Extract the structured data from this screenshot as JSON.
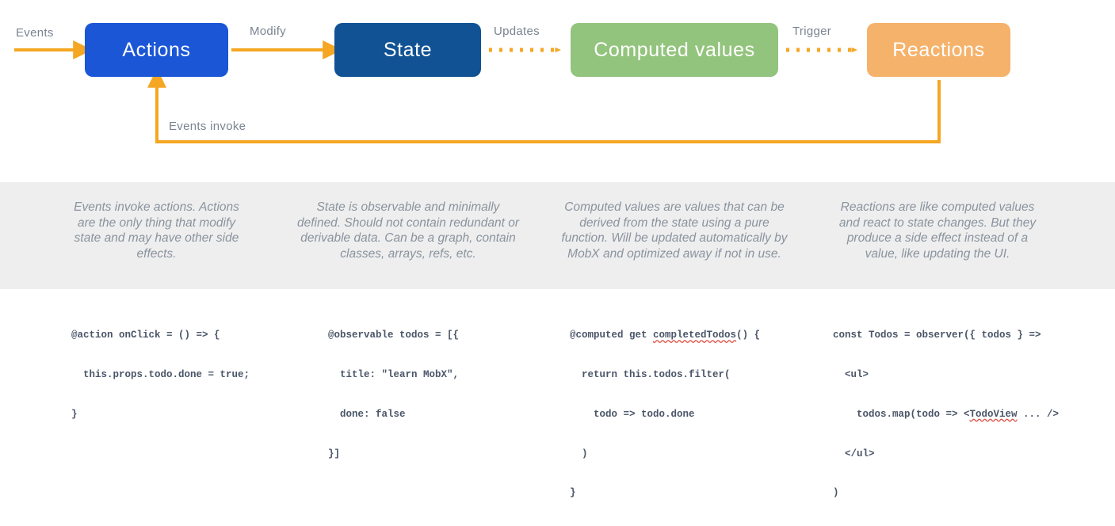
{
  "diagram": {
    "title": "MobX core concepts data flow",
    "colors": {
      "actions": "#1a56d6",
      "state": "#105293",
      "computed": "#93c47d",
      "reactions": "#f5b26b",
      "arrow": "#f5a623",
      "band_background": "#eeeeee",
      "label_text": "#7a8490",
      "code_text": "#4a5568",
      "spellcheck_underline": "#e04a3f"
    },
    "nodes": [
      {
        "id": "actions",
        "label": "Actions"
      },
      {
        "id": "state",
        "label": "State"
      },
      {
        "id": "computed",
        "label": "Computed values"
      },
      {
        "id": "reactions",
        "label": "Reactions"
      }
    ],
    "edges": [
      {
        "id": "events",
        "label": "Events",
        "style": "solid",
        "from": "",
        "to": "actions"
      },
      {
        "id": "modify",
        "label": "Modify",
        "style": "solid",
        "from": "actions",
        "to": "state"
      },
      {
        "id": "updates",
        "label": "Updates",
        "style": "dotted",
        "from": "state",
        "to": "computed"
      },
      {
        "id": "trigger",
        "label": "Trigger",
        "style": "dotted",
        "from": "computed",
        "to": "reactions"
      },
      {
        "id": "events-invoke",
        "label": "Events invoke",
        "style": "solid",
        "from": "reactions",
        "to": "actions"
      }
    ]
  },
  "descriptions": {
    "actions": "Events invoke actions. Actions are the only thing that modify state and may have other side effects.",
    "state": "State is observable and minimally defined. Should not contain redundant or derivable data. Can be a graph, contain classes, arrays, refs, etc.",
    "computed": "Computed values are values that can be derived from the state using a pure function. Will be updated automatically by MobX and optimized away if not in use.",
    "reactions": "Reactions are like computed values and react to state changes. But they produce a side effect instead of a value, like updating the UI."
  },
  "code": {
    "actions": {
      "lines": [
        "@action onClick = () => {",
        "  this.props.todo.done = true;",
        "}"
      ]
    },
    "state": {
      "lines": [
        "@observable todos = [{",
        "  title: \"learn MobX\",",
        "  done: false",
        "}]"
      ]
    },
    "computed": {
      "line1_pre": "@computed get ",
      "line1_misspelled": "completedTodos",
      "line1_post": "() {",
      "lines_rest": [
        "  return this.todos.filter(",
        "    todo => todo.done",
        "  )",
        "}"
      ]
    },
    "reactions": {
      "line1": "const Todos = observer({ todos } =>",
      "line2": "  <ul>",
      "line3_pre": "    todos.map(todo => <",
      "line3_misspelled": "TodoView",
      "line3_post": " ... />",
      "lines_rest": [
        "  </ul>",
        ")"
      ]
    }
  }
}
